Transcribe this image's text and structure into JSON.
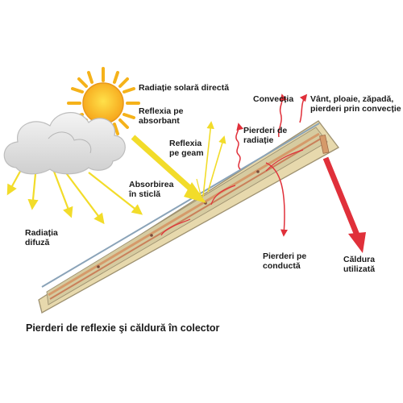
{
  "labels": {
    "radiatie_directa": "Radiație solară directă",
    "reflexia_absorbant_1": "Reflexia pe",
    "reflexia_absorbant_2": "absorbant",
    "reflexia_geam_1": "Reflexia",
    "reflexia_geam_2": "pe geam",
    "absorbirea_1": "Absorbirea",
    "absorbirea_2": "în sticlă",
    "difuza_1": "Radiația",
    "difuza_2": "difuză",
    "conventia": "Convecția",
    "vant_1": "Vânt, ploaie, zăpadă,",
    "vant_2": "pierderi prin convecție",
    "pierderi_radiatie_1": "Pierderi de",
    "pierderi_radiatie_2": "radiație",
    "pierderi_conducta_1": "Pierderi pe",
    "pierderi_conducta_2": "conductă",
    "caldura_1": "Căldura",
    "caldura_2": "utilizată"
  },
  "caption": "Pierderi de reflexie şi căldură în colector",
  "colors": {
    "sun": "#f7c21a",
    "sun_ray": "#f7b21a",
    "yellow_arrow": "#f2dc2a",
    "red": "#e0303a",
    "frame": "#e7d9ad",
    "absorber": "#d59a6a",
    "cloud": "#e3e3e3"
  },
  "icons": [
    "sun-icon",
    "cloud-icon"
  ]
}
